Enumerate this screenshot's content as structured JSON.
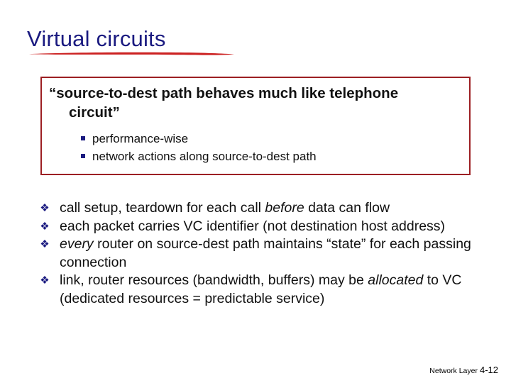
{
  "slide": {
    "title": "Virtual circuits",
    "title_color": "#1a1a80",
    "underline_color": "#cc2222",
    "background": "#ffffff"
  },
  "quote_box": {
    "border_color": "#9c1f23",
    "line1": "“source-to-dest path behaves much like telephone",
    "line2": "circuit”",
    "bullet_marker": "square-marker",
    "bullet_color": "#1a1a80",
    "sub_bullets": [
      {
        "text": "performance-wise"
      },
      {
        "text": "network actions along source-to-dest path"
      }
    ]
  },
  "main_list": {
    "bullet_marker": "❖",
    "bullet_color": "#1a1a80",
    "items": [
      {
        "parts": [
          {
            "text": "call setup, teardown for each call ",
            "italic": false
          },
          {
            "text": "before",
            "italic": true
          },
          {
            "text": " data can flow",
            "italic": false
          }
        ]
      },
      {
        "parts": [
          {
            "text": "each packet carries VC identifier (not destination host address)",
            "italic": false
          }
        ]
      },
      {
        "parts": [
          {
            "text": "every",
            "italic": true
          },
          {
            "text": " router on source-dest path maintains “state” for each passing connection",
            "italic": false
          }
        ]
      },
      {
        "parts": [
          {
            "text": "link, router resources (bandwidth, buffers) may be ",
            "italic": false
          },
          {
            "text": "allocated",
            "italic": true
          },
          {
            "text": " to VC (dedicated resources = predictable service)",
            "italic": false
          }
        ]
      }
    ]
  },
  "footer": {
    "label": "Network Layer",
    "page": "4-12"
  }
}
